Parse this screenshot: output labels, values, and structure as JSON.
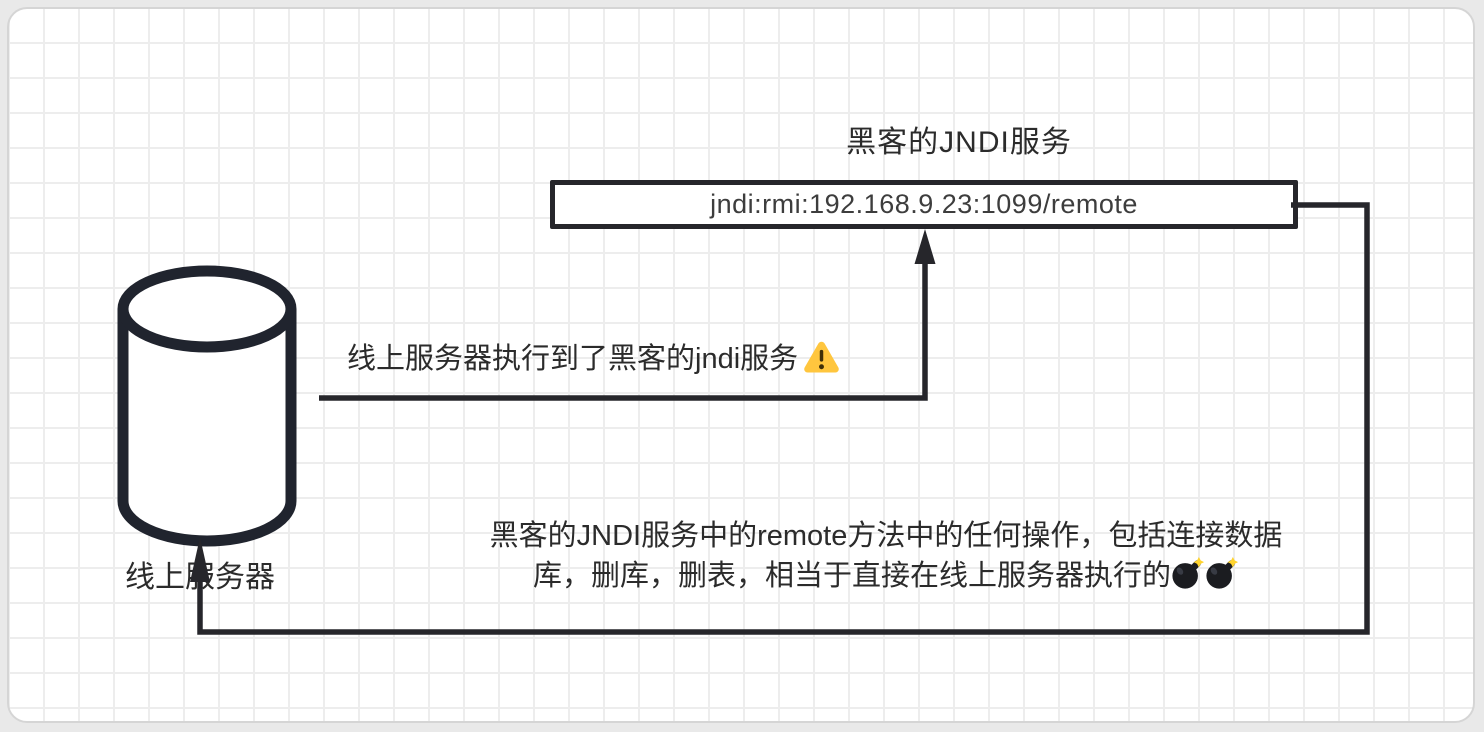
{
  "colors": {
    "page_background": "#e9e9e9",
    "canvas_background": "#ffffff",
    "grid_line": "#ededed",
    "card_border": "#d5d5d5",
    "shape_stroke": "#26262b",
    "text": "#2b2b2b",
    "warning_yellow": "#ffc63e",
    "bomb_black": "#1b1c20",
    "spark_yellow": "#ffd42e"
  },
  "diagram": {
    "title": "黑客的JNDI服务",
    "jndi_box": {
      "text": "jndi:rmi:192.168.9.23:1099/remote"
    },
    "server": {
      "label": "线上服务器",
      "shape": "database-cylinder"
    },
    "flow_label": {
      "text": "线上服务器执行到了黑客的jndi服务",
      "icon": "warning-triangle-emoji"
    },
    "note": {
      "line1": "黑客的JNDI服务中的remote方法中的任何操作，包括连接数据",
      "line2": "库，删库，删表，相当于直接在线上服务器执行的",
      "icons": [
        "bomb-emoji",
        "bomb-emoji"
      ]
    },
    "connectors": [
      {
        "name": "server-to-jndi-arrow",
        "path": "from server right side, horizontal to x923 then up into bottom of jndi box, arrowhead up"
      },
      {
        "name": "jndi-to-server-return-arrow",
        "path": "from jndi box right side, right to x1365, down to y630, left to x198, up into bottom of server cylinder, arrowhead up"
      }
    ]
  }
}
